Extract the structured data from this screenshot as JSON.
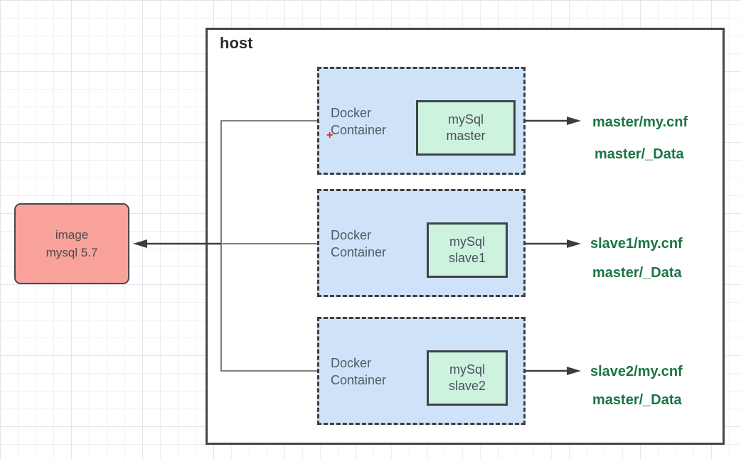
{
  "host": {
    "label": "host"
  },
  "image_box": {
    "text": "image\nmysql 5.7"
  },
  "containers": [
    {
      "label": "Docker\nContainer",
      "db": "mySql\nmaster",
      "files": [
        "master/my.cnf",
        "master/_Data"
      ]
    },
    {
      "label": "Docker\nContainer",
      "db": "mySql\nslave1",
      "files": [
        "slave1/my.cnf",
        "master/_Data"
      ]
    },
    {
      "label": "Docker\nContainer",
      "db": "mySql\nslave2",
      "files": [
        "slave2/my.cnf",
        "master/_Data"
      ]
    }
  ],
  "cursor_mark": "+",
  "colors": {
    "container_fill": "#cfe3f8",
    "container_border": "#3b4046",
    "db_fill": "#cdf2dd",
    "image_fill": "#f9a29c",
    "file_text_green": "#1b7446",
    "arrow_dark": "#3a3e43",
    "connector_gray": "#6e6e6e",
    "cursor_red": "#d42b1e"
  }
}
